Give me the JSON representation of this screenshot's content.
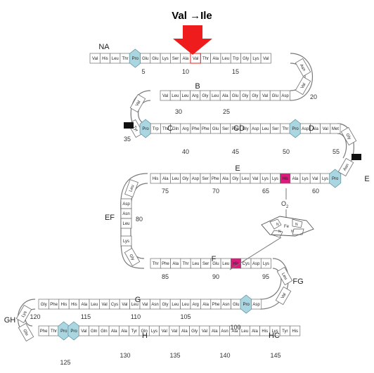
{
  "mutation": {
    "label": "Val →Ile",
    "arrow_color": "#ee1c1c"
  },
  "colors": {
    "proline": "#a9d6e0",
    "histidine": "#e0177c",
    "box": "#ffffff",
    "stroke": "#6f6f6f"
  },
  "rows": {
    "r1": [
      "Val",
      "His",
      "Leu",
      "Thr",
      "Pro",
      "Glu",
      "Glu",
      "Lys",
      "Ser",
      "Ala",
      "Val",
      "Thr",
      "Ala",
      "Leu",
      "Trp",
      "Gly",
      "Lys",
      "Val"
    ],
    "r2": [
      "Val",
      "Leu",
      "Leu",
      "Arg",
      "Gly",
      "Leu",
      "Ala",
      "Glu",
      "Gly",
      "Gly",
      "Val",
      "Glu",
      "Asp"
    ],
    "r3": [
      "Pro",
      "Trp",
      "Thr",
      "Gln",
      "Arg",
      "Phe",
      "Phe",
      "Glu",
      "Ser",
      "Phe",
      "Gly",
      "Asp",
      "Leu",
      "Ser",
      "Thr",
      "Pro",
      "Asp",
      "Ala",
      "Val",
      "Met"
    ],
    "r4": [
      "His",
      "Ala",
      "Leu",
      "Gly",
      "Asp",
      "Ser",
      "Phe",
      "Ala",
      "Gly",
      "Leu",
      "Val",
      "Lys",
      "Lys",
      "His",
      "Ala",
      "Lys",
      "Val",
      "Lys",
      "Pro"
    ],
    "r5": [
      "Thr",
      "Phe",
      "Ala",
      "Thr",
      "Leu",
      "Ser",
      "Glu",
      "Leu",
      "His",
      "Cys",
      "Asp",
      "Lys"
    ],
    "r6": [
      "Gly",
      "Phe",
      "His",
      "His",
      "Ala",
      "Leu",
      "Val",
      "Cys",
      "Val",
      "Leu",
      "Val",
      "Asn",
      "Gly",
      "Leu",
      "Leu",
      "Arg",
      "Ala",
      "Phe",
      "Asn",
      "Glu",
      "Pro",
      "Asp"
    ],
    "r7": [
      "Phe",
      "Thr",
      "Pro",
      "Pro",
      "Val",
      "Gln",
      "Gln",
      "Ala",
      "Ala",
      "Tyr",
      "Gln",
      "Lys",
      "Val",
      "Val",
      "Ala",
      "Gly",
      "Val",
      "Ala",
      "Asn",
      "Ala",
      "Leu",
      "Ala",
      "His",
      "Lys",
      "Tyr",
      "His"
    ]
  },
  "turn_residues": {
    "asn_r1": "Asn",
    "val_r1": "Val",
    "val_r2": "Val",
    "tyr_r2": "Tyr",
    "gly_r3": "Gly",
    "asn_r3": "Asn",
    "leu_ef": "Leu",
    "asp_ef": "Asp",
    "asn_ef": "Asn",
    "leu2_ef": "Leu",
    "lys_ef": "Lys",
    "gly_ef": "Gly",
    "leu_fg": "Leu",
    "val_fg": "Val",
    "lys_gh": "Lys",
    "glu_gh": "Glu"
  },
  "segments": {
    "NA": "NA",
    "B": "B",
    "C": "C",
    "CD": "CD",
    "D": "D",
    "E": "E",
    "E_side": "E",
    "EF": "EF",
    "F": "F",
    "FG": "FG",
    "G": "G",
    "GH": "GH",
    "H": "H",
    "HC": "HC"
  },
  "numbers": {
    "n5": "5",
    "n10": "10",
    "n15": "15",
    "n20": "20",
    "n25": "25",
    "n30": "30",
    "n35": "35",
    "n40": "40",
    "n45": "45",
    "n50": "50",
    "n55": "55",
    "n60": "60",
    "n65": "65",
    "n70": "70",
    "n75": "75",
    "n80": "80",
    "n85": "85",
    "n90": "90",
    "n95": "95",
    "n100": "100",
    "n105": "105",
    "n110": "110",
    "n115": "115",
    "n120": "120",
    "n125": "125",
    "n130": "130",
    "n135": "135",
    "n140": "140",
    "n145": "145"
  },
  "heme": {
    "o2": "O",
    "o2_sub": "2",
    "fe": "Fe",
    "n": "N"
  }
}
